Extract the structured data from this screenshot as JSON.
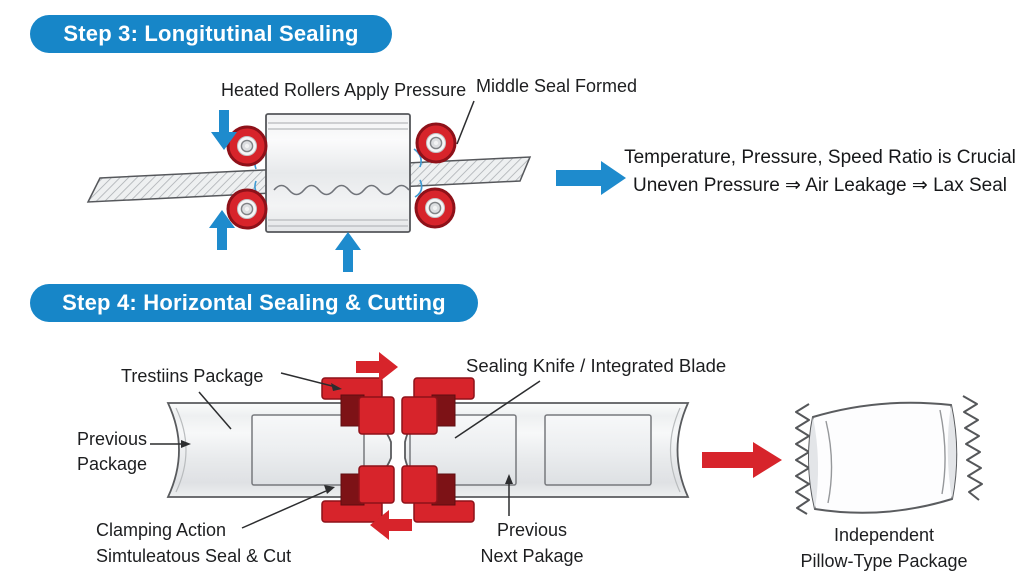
{
  "page": {
    "background": "#ffffff"
  },
  "colors": {
    "banner_blue": "#1786c8",
    "arrow_blue": "#1e8bcd",
    "red": "#d7242b",
    "dark_red": "#7d1216",
    "text": "#1d1e20"
  },
  "step3": {
    "banner": "Step 3: Longitutinal Sealing",
    "label_heated_rollers": "Heated Rollers Apply Pressure",
    "label_middle_seal": "Middle Seal Formed",
    "note_line1": "Temperature, Pressure, Speed Ratio is Crucial",
    "note_line2": "Uneven Pressure ⇒ Air Leakage ⇒ Lax Seal"
  },
  "step4": {
    "banner": "Step 4: Horizontal Sealing & Cutting",
    "label_trailing_package": "Trestiins Package",
    "label_sealing_knife": "Sealing Knife / Integrated Blade",
    "label_previous_package": [
      "Previous",
      "Package"
    ],
    "label_clamping": [
      "Clamping Action",
      "Simtuleatous Seal & Cut"
    ],
    "label_next_package": [
      "Previous",
      "Next Pakage"
    ],
    "label_pillow": [
      "Independent",
      "Pillow-Type Package"
    ]
  }
}
